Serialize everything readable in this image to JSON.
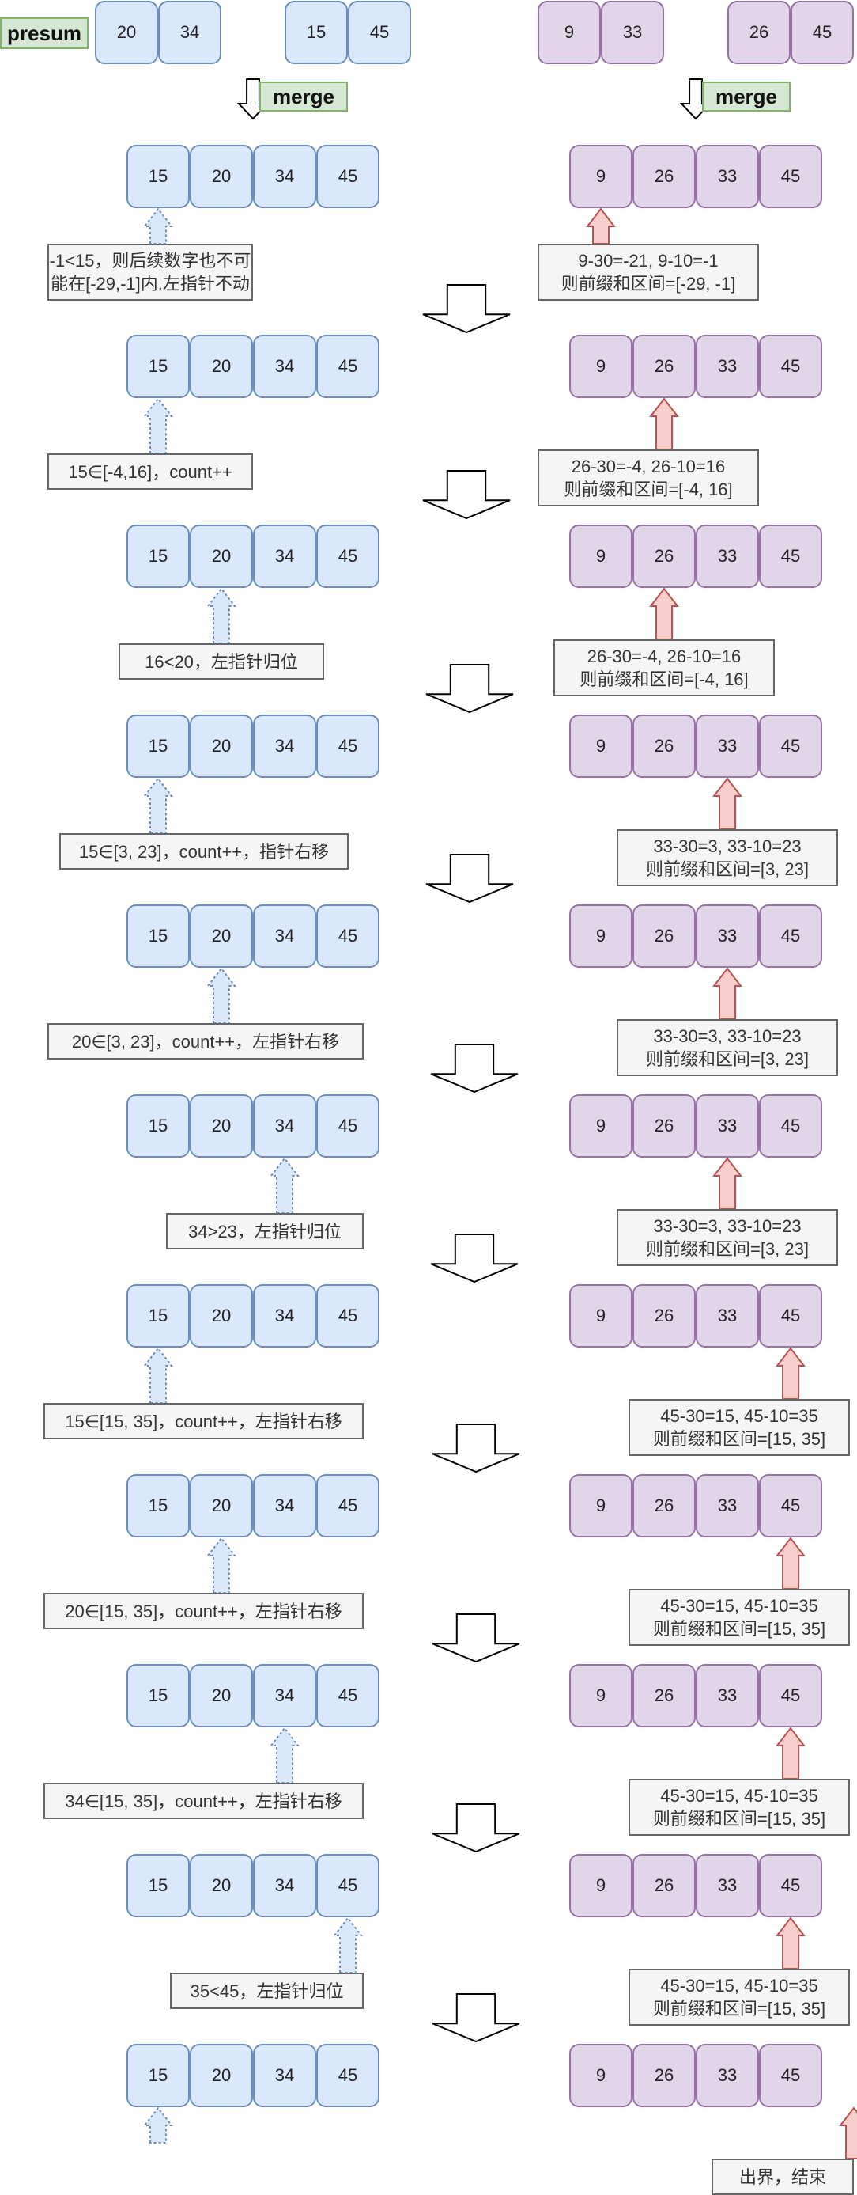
{
  "colors": {
    "blue_fill": "#dae8fc",
    "blue_stroke": "#6c8ebf",
    "purple_fill": "#e1d5e7",
    "purple_stroke": "#9673a6",
    "green_fill": "#d5e8d4",
    "green_stroke": "#82b366",
    "red_fill": "#f8cecc",
    "red_stroke": "#b85450",
    "note_fill": "#f5f5f5",
    "note_stroke": "#666666"
  },
  "header": {
    "presum_label": "presum",
    "merge_label": "merge",
    "left_array_a": [
      "20",
      "34"
    ],
    "left_array_b": [
      "15",
      "45"
    ],
    "right_array_a": [
      "9",
      "33"
    ],
    "right_array_b": [
      "26",
      "45"
    ]
  },
  "merged_left": [
    "15",
    "20",
    "34",
    "45"
  ],
  "merged_right": [
    "9",
    "26",
    "33",
    "45"
  ],
  "steps": [
    {
      "left_note": "-1<15，则后续数字也不可\n能在[-29,-1]内.左指针不动",
      "right_note": "9-30=-21, 9-10=-1\n则前缀和区间=[-29, -1]",
      "left_ptr": 0,
      "right_ptr": 0
    },
    {
      "left_note": "15∈[-4,16]，count++",
      "right_note": "26-30=-4, 26-10=16\n则前缀和区间=[-4, 16]",
      "left_ptr": 0,
      "right_ptr": 1
    },
    {
      "left_note": "16<20，左指针归位",
      "right_note": "26-30=-4, 26-10=16\n则前缀和区间=[-4, 16]",
      "left_ptr": 1,
      "right_ptr": 1
    },
    {
      "left_note": "15∈[3, 23]，count++，指针右移",
      "right_note": "33-30=3, 33-10=23\n则前缀和区间=[3, 23]",
      "left_ptr": 0,
      "right_ptr": 2
    },
    {
      "left_note": "20∈[3, 23]，count++，左指针右移",
      "right_note": "33-30=3, 33-10=23\n则前缀和区间=[3, 23]",
      "left_ptr": 1,
      "right_ptr": 2
    },
    {
      "left_note": "34>23，左指针归位",
      "right_note": "33-30=3, 33-10=23\n则前缀和区间=[3, 23]",
      "left_ptr": 2,
      "right_ptr": 2
    },
    {
      "left_note": "15∈[15, 35]，count++，左指针右移",
      "right_note": "45-30=15, 45-10=35\n则前缀和区间=[15, 35]",
      "left_ptr": 0,
      "right_ptr": 3
    },
    {
      "left_note": "20∈[15, 35]，count++，左指针右移",
      "right_note": "45-30=15, 45-10=35\n则前缀和区间=[15, 35]",
      "left_ptr": 1,
      "right_ptr": 3
    },
    {
      "left_note": "34∈[15, 35]，count++，左指针右移",
      "right_note": "45-30=15, 45-10=35\n则前缀和区间=[15, 35]",
      "left_ptr": 2,
      "right_ptr": 3
    },
    {
      "left_note": "35<45，左指针归位",
      "right_note": "45-30=15, 45-10=35\n则前缀和区间=[15, 35]",
      "left_ptr": 3,
      "right_ptr": 3
    },
    {
      "left_note": "",
      "right_note": "出界，结束",
      "left_ptr": 0,
      "right_ptr": 4
    }
  ]
}
